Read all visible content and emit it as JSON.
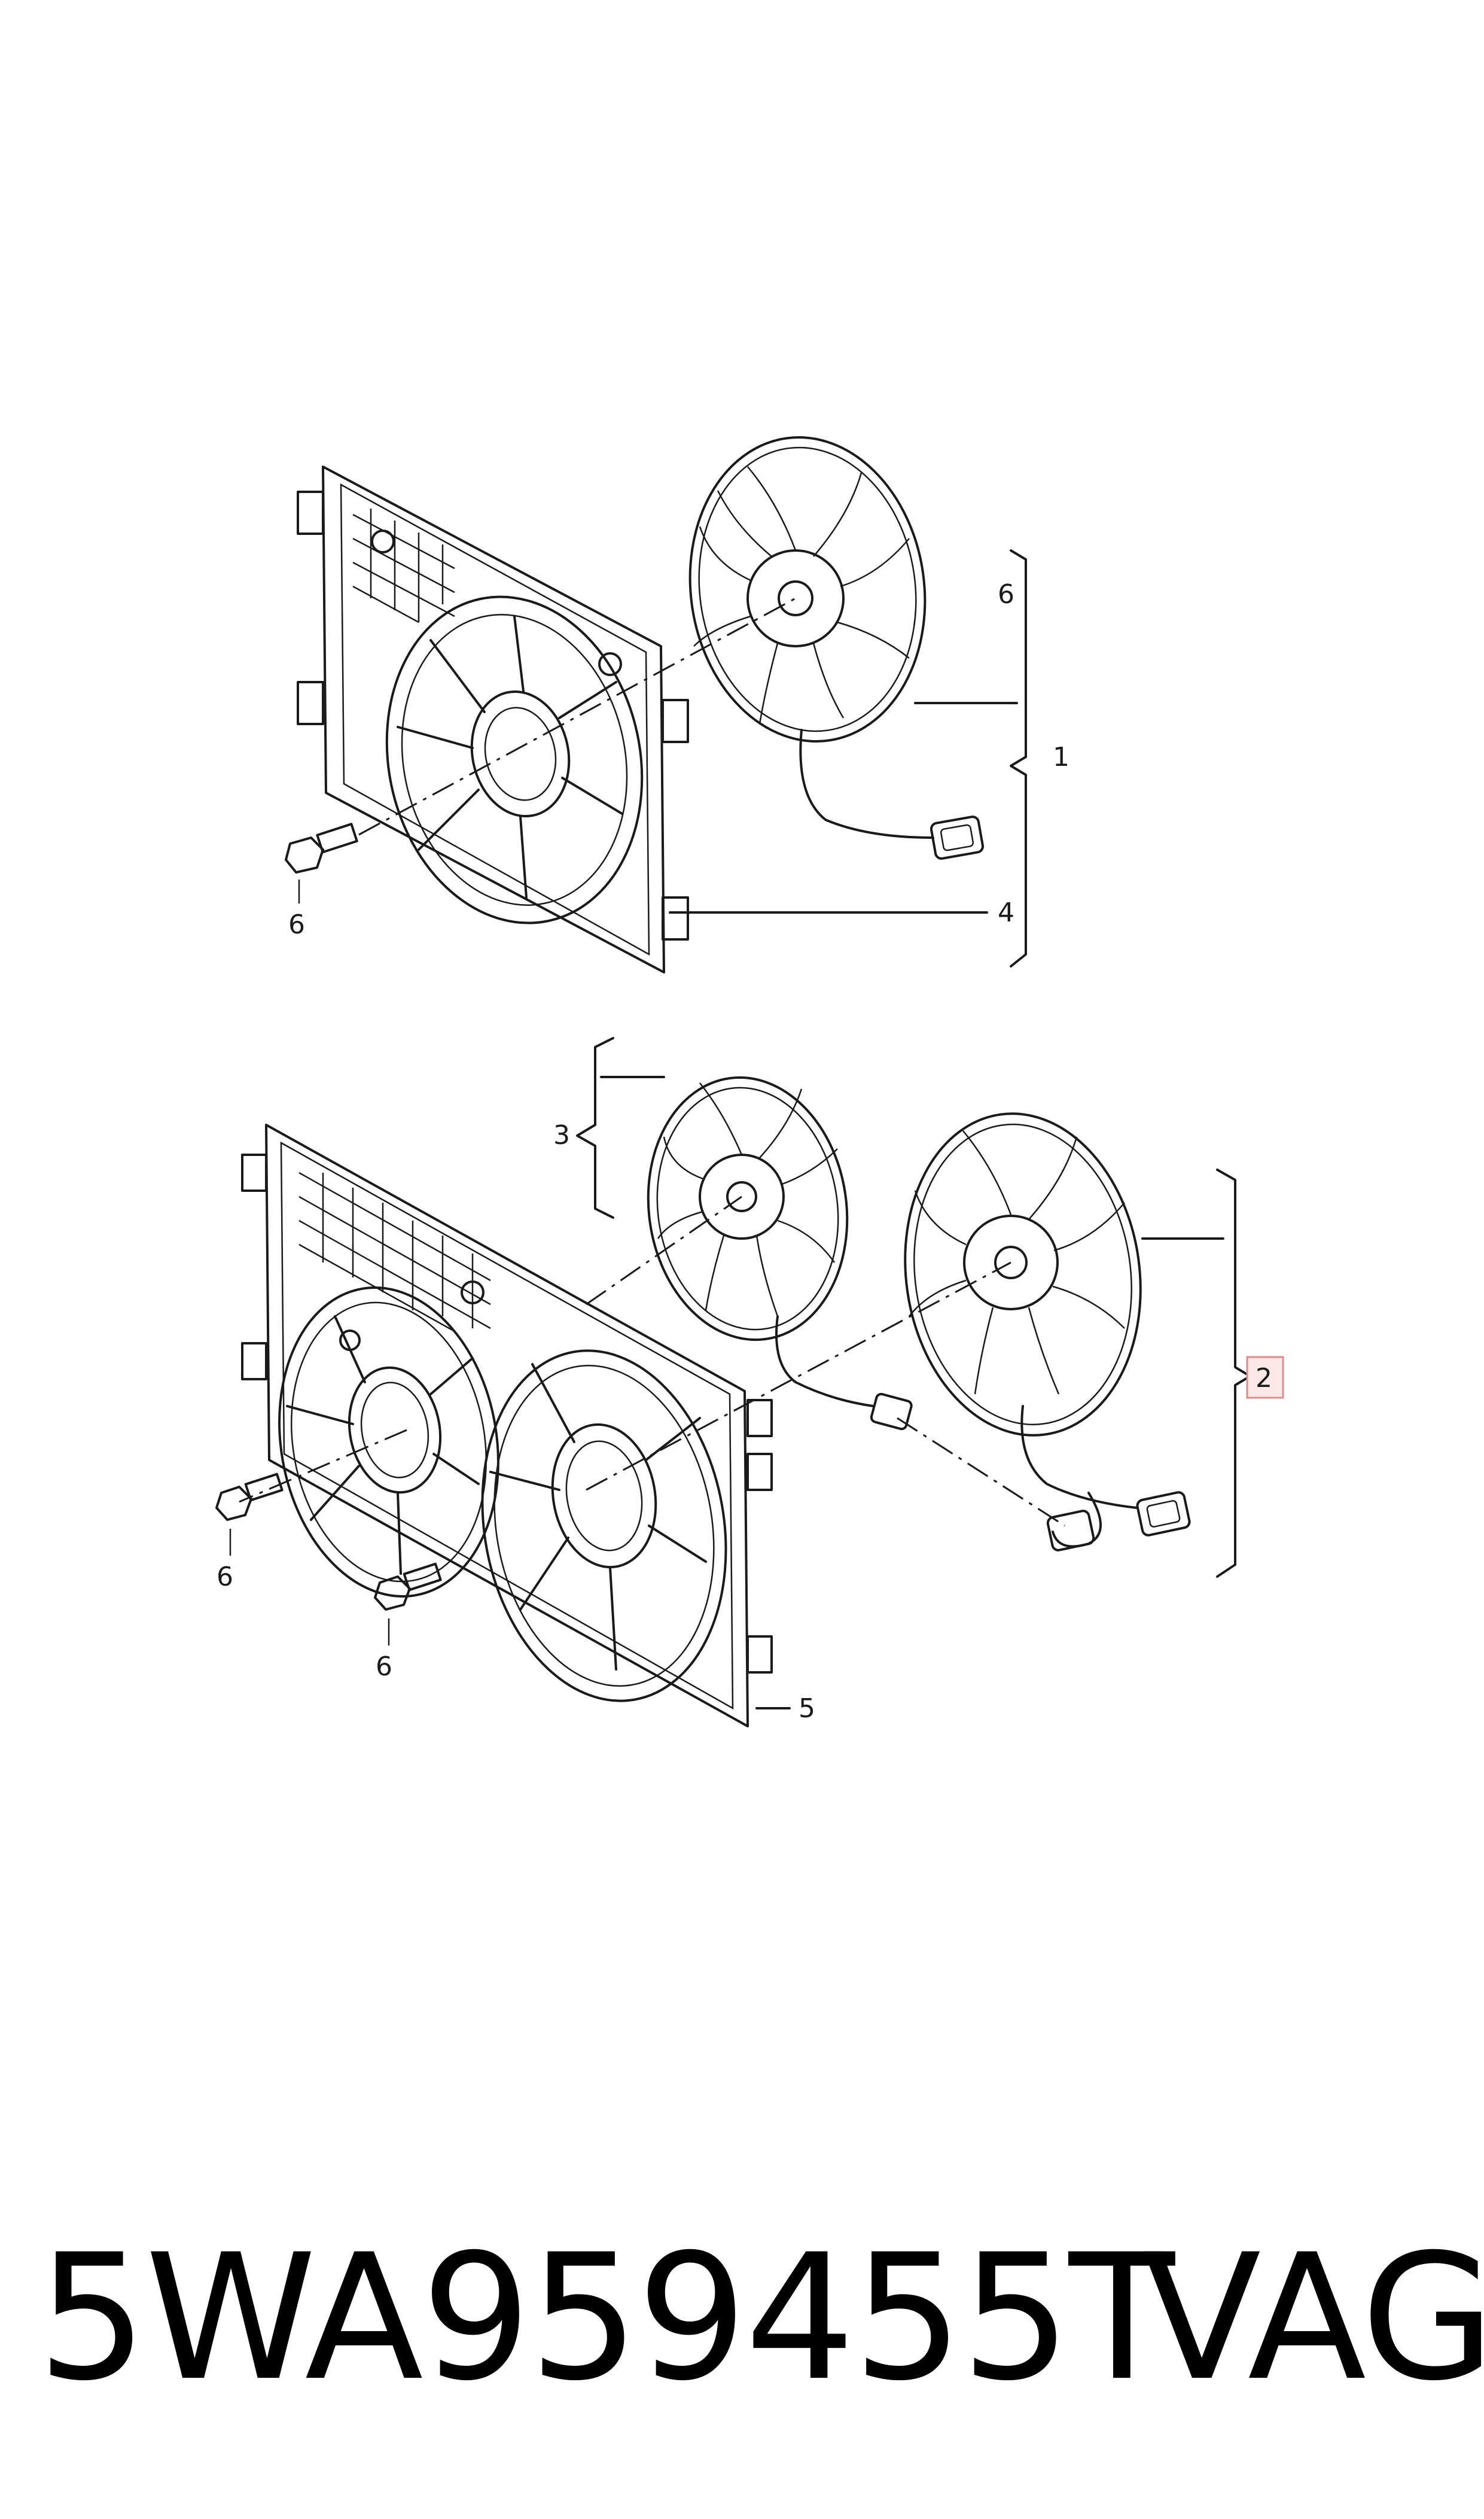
{
  "callouts": {
    "top_fan_ref": "6",
    "top_assembly_ref": "1",
    "top_bracket_ref": "4",
    "top_bolt_ref": "6",
    "fan_small_ref": "3",
    "fan_pair_ref": "2",
    "bolt_left_ref": "6",
    "bolt_bottom_ref": "6",
    "shroud_ref": "5"
  },
  "footer": {
    "part_number": "5WA959455T",
    "brand": "VAG"
  },
  "colors": {
    "line": "#1a1a1a",
    "highlight_fill": "#fde8e8",
    "highlight_border": "#e08a8a"
  }
}
